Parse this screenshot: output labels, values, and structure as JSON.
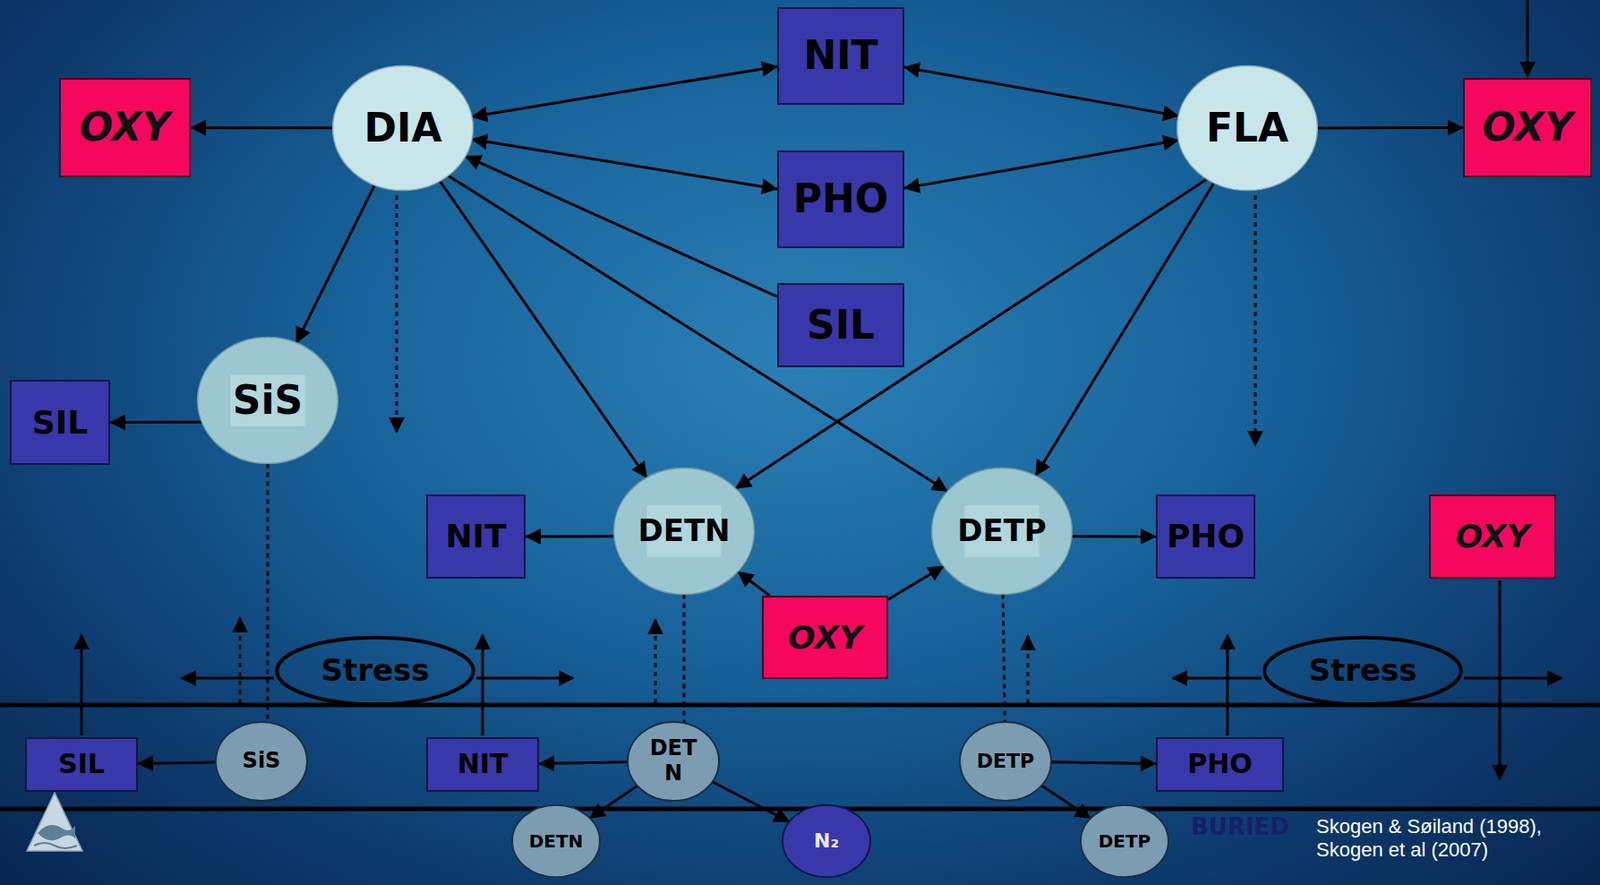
{
  "diagram": {
    "nodes": [
      {
        "text": [
          "OXY"
        ]
      },
      {
        "text": [
          "DIA"
        ]
      },
      {
        "text": [
          "NIT"
        ]
      },
      {
        "text": [
          "FLA"
        ]
      },
      {
        "text": [
          "OXY"
        ]
      },
      {
        "text": [
          "PHO"
        ]
      },
      {
        "text": [
          "SIL"
        ]
      },
      {
        "text": [
          "SIL"
        ]
      },
      {
        "text": [
          "SiS"
        ]
      },
      {
        "text": [
          "NIT"
        ]
      },
      {
        "text": [
          "DETN"
        ]
      },
      {
        "text": [
          "DETP"
        ]
      },
      {
        "text": [
          "PHO"
        ]
      },
      {
        "text": [
          "OXY"
        ]
      },
      {
        "text": [
          "OXY"
        ]
      },
      {
        "text": [
          "Stress"
        ]
      },
      {
        "text": [
          "Stress"
        ]
      },
      {
        "text": [
          "SIL"
        ]
      },
      {
        "text": [
          "SiS"
        ]
      },
      {
        "text": [
          "NIT"
        ]
      },
      {
        "text": [
          "DET N"
        ]
      },
      {
        "text": [
          "DETP"
        ]
      },
      {
        "text": [
          "PHO"
        ]
      },
      {
        "text": [
          "DETN"
        ]
      },
      {
        "text": [
          "N₂"
        ]
      },
      {
        "text": [
          "DETP"
        ]
      }
    ],
    "edges": [
      {
        "from": 1,
        "to": 0,
        "arrow": "to"
      },
      {
        "from": 1,
        "to": 2,
        "arrow": "both"
      },
      {
        "from": 2,
        "to": 3,
        "arrow": "both"
      },
      {
        "from": 1,
        "to": 5,
        "arrow": "both"
      },
      {
        "from": 5,
        "to": 3,
        "arrow": "both"
      },
      {
        "from": 6,
        "to": 1,
        "arrow": "to"
      },
      {
        "from": 1,
        "to": 8,
        "arrow": "to"
      },
      {
        "from": 1,
        "to": 10,
        "arrow": "to"
      },
      {
        "from": 1,
        "to": 11,
        "arrow": "to"
      },
      {
        "from": 3,
        "to": 10,
        "arrow": "to"
      },
      {
        "from": 3,
        "to": 11,
        "arrow": "to"
      },
      {
        "from": 3,
        "to": 4,
        "arrow": "to"
      },
      {
        "from": 8,
        "to": 7,
        "arrow": "to"
      },
      {
        "from": 10,
        "to": 9,
        "arrow": "to"
      },
      {
        "from": 11,
        "to": 12,
        "arrow": "to"
      },
      {
        "from": 14,
        "to": 10,
        "arrow": "to"
      },
      {
        "from": 14,
        "to": 11,
        "arrow": "to"
      },
      {
        "from": 8,
        "to": 18,
        "arrow": "none"
      },
      {
        "from": 10,
        "to": 20,
        "arrow": "none"
      },
      {
        "from": 11,
        "to": 21,
        "arrow": "none"
      },
      {
        "from": 18,
        "to": 17,
        "arrow": "to"
      },
      {
        "from": 20,
        "to": 19,
        "arrow": "to"
      },
      {
        "from": 21,
        "to": 22,
        "arrow": "to"
      },
      {
        "from": 20,
        "to": 23,
        "arrow": "to"
      },
      {
        "from": 20,
        "to": 24,
        "arrow": "to"
      },
      {
        "from": 21,
        "to": 25,
        "arrow": "to"
      }
    ],
    "labels": [
      "BURIED",
      "Skogen & Søiland (1998), Skogen et al (2007)"
    ]
  }
}
